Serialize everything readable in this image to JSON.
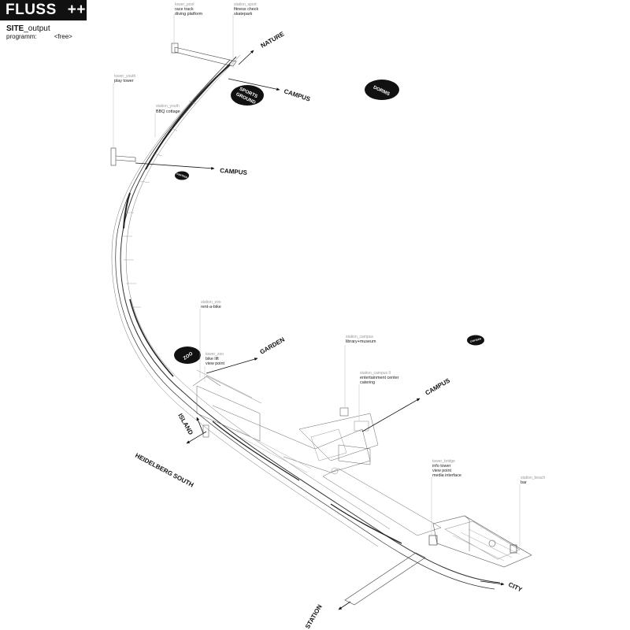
{
  "header": {
    "logo_text": "FLUSS",
    "logo_plus": "++",
    "site_bold": "SITE",
    "site_rest": "_output",
    "program_label": "programm:",
    "program_value": "<free>"
  },
  "destinations": {
    "nature": "NATURE",
    "campus_top": "CAMPUS",
    "campus_mid": "CAMPUS",
    "garden": "GARDEN",
    "campus_east": "CAMPUS",
    "island": "ISLAND",
    "heidelberg_south": "HEIDELBERG SOUTH",
    "city": "CITY",
    "station": "STATION"
  },
  "ovals": {
    "sports_line1": "SPORTS",
    "sports_line2": "GROUND",
    "dorms": "DORMS",
    "canteen_small": "CANTEEN",
    "zoo": "ZOO",
    "canteen_east": "CANTEEN"
  },
  "stations": {
    "s1": {
      "code": "tower_pool",
      "lines": [
        "race track",
        "diving platform"
      ]
    },
    "s2": {
      "code": "station_sport",
      "lines": [
        "fitness check",
        "skatepark"
      ]
    },
    "s3": {
      "code": "tower_youth",
      "lines": [
        "play tower"
      ]
    },
    "s4": {
      "code": "station_youth",
      "lines": [
        "BBQ cottage"
      ]
    },
    "s5": {
      "code": "station_zoo",
      "lines": [
        "rent-a-bike"
      ]
    },
    "s6": {
      "code": "tower_zoo",
      "lines": [
        "bike lift",
        "view point"
      ]
    },
    "s7": {
      "code": "station_campus",
      "lines": [
        "library+museum"
      ]
    },
    "s8": {
      "code": "station_campus II",
      "lines": [
        "entertainment center",
        "catering"
      ]
    },
    "s9": {
      "code": "tower_bridge",
      "lines": [
        "info tower",
        "view point",
        "media interface"
      ]
    },
    "s10": {
      "code": "station_beach",
      "lines": [
        "bar"
      ]
    }
  }
}
